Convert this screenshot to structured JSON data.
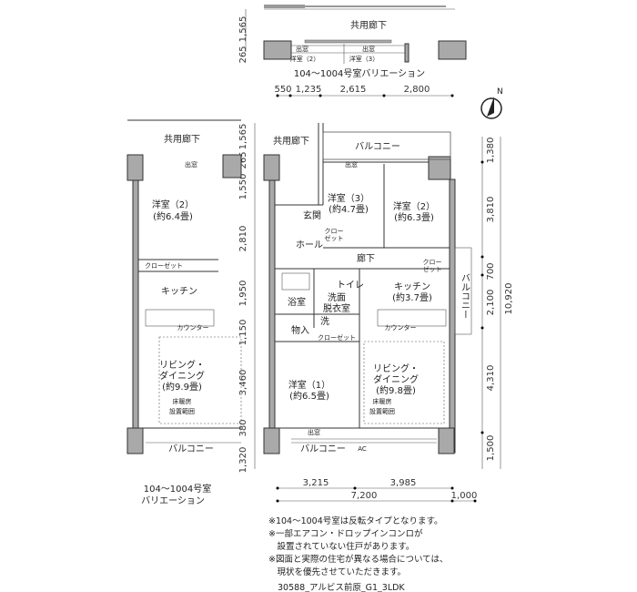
{
  "variant_top": {
    "corridor": "共用廊下",
    "room_a": "洋室（2）",
    "room_b": "洋室（3）",
    "bay_window_a": "出窓",
    "bay_window_b": "出窓",
    "caption": "104～1004号室バリエーション",
    "dims": [
      "1,565",
      "265"
    ]
  },
  "top_dims": [
    "550",
    "1,235",
    "2,615",
    "2,800"
  ],
  "left_dims": [
    "1,565",
    "265",
    "1,550",
    "2,810",
    "1,950",
    "1,150",
    "3,460",
    "380",
    "1,320"
  ],
  "right_dims": [
    "1,380",
    "3,810",
    "700",
    "2,100",
    "4,310",
    "1,500"
  ],
  "right_total": "10,920",
  "bottom_dims": [
    "3,215",
    "3,985"
  ],
  "bottom_total": "7,200",
  "bottom_extra": "1,000",
  "north": "N",
  "main": {
    "corridor": "共用廊下",
    "balcony_top": "バルコニー",
    "bay_window_top": "出窓",
    "room3": "洋室（3）",
    "room3_size": "(約4.7畳)",
    "room2": "洋室（2）",
    "room2_size": "(約6.3畳)",
    "entrance": "玄関",
    "closet1": "クロー",
    "closet1b": "ゼット",
    "hall": "ホール",
    "hallway": "廊下",
    "closet2": "クロー",
    "closet2b": "ゼット",
    "toilet": "トイレ",
    "washroom": "洗面",
    "washroom_b": "脱衣室",
    "bath": "浴室",
    "washer": "洗",
    "kitchen": "キッチン",
    "kitchen_size": "(約3.7畳)",
    "balcony_side": "バルコニー",
    "counter": "カウンター",
    "storage": "物入",
    "closet3": "クローゼット",
    "room1": "洋室（1）",
    "room1_size": "(約6.5畳)",
    "living": "リビング・",
    "living_b": "ダイニング",
    "living_size": "(約9.8畳)",
    "floor_heat": "床暖房",
    "floor_heat_b": "設置範囲",
    "bay_window_bottom": "出窓",
    "balcony_bottom": "バルコニー",
    "ac": "AC"
  },
  "variant_left": {
    "corridor": "共用廊下",
    "bay_window": "出窓",
    "room2": "洋室（2）",
    "room2_size": "(約6.4畳)",
    "closet": "クローゼット",
    "kitchen": "キッチン",
    "counter": "カウンター",
    "living": "リビング・",
    "living_b": "ダイニング",
    "living_size": "(約9.9畳)",
    "floor_heat": "床暖房",
    "floor_heat_b": "設置範囲",
    "balcony": "バルコニー",
    "caption": "104～1004号室",
    "caption_b": "バリエーション"
  },
  "notes": [
    "※104～1004号室は反転タイプとなります。",
    "※一部エアコン・ドロップインコンロが",
    "　設置されていない住戸があります。",
    "※図面と実際の住宅が異なる場合については、",
    "　現状を優先させていただきます。"
  ],
  "footer": "30588_アルビス前原_G1_3LDK"
}
